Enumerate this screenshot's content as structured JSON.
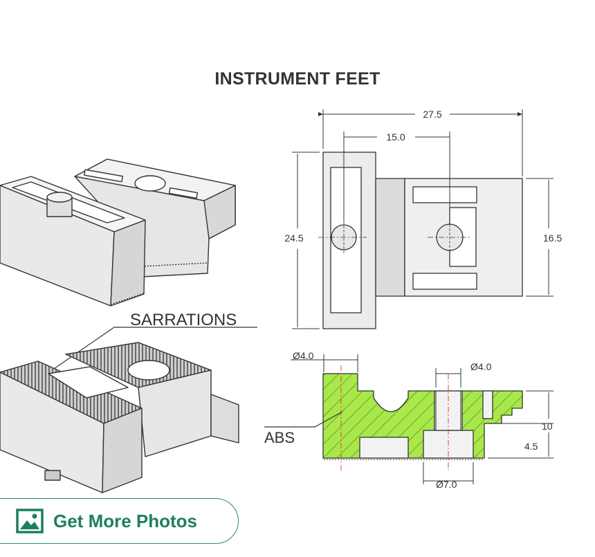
{
  "title": "INSTRUMENT FEET",
  "labels": {
    "sarrations": "SARRATIONS",
    "abs": "ABS"
  },
  "dimensions": {
    "overall_width": "27.5",
    "hole_offset": "15.0",
    "overall_height": "24.5",
    "right_height": "16.5",
    "dia_left": "Ø4.0",
    "dia_right": "Ø4.0",
    "dia_bottom": "Ø7.0",
    "height_10": "10",
    "height_4_5": "4.5"
  },
  "button": {
    "label": "Get More Photos",
    "icon": "image-icon"
  },
  "colors": {
    "section_fill": "#a8e84a",
    "button_accent": "#1d8f6f",
    "hatch": "#4d7a1a"
  }
}
